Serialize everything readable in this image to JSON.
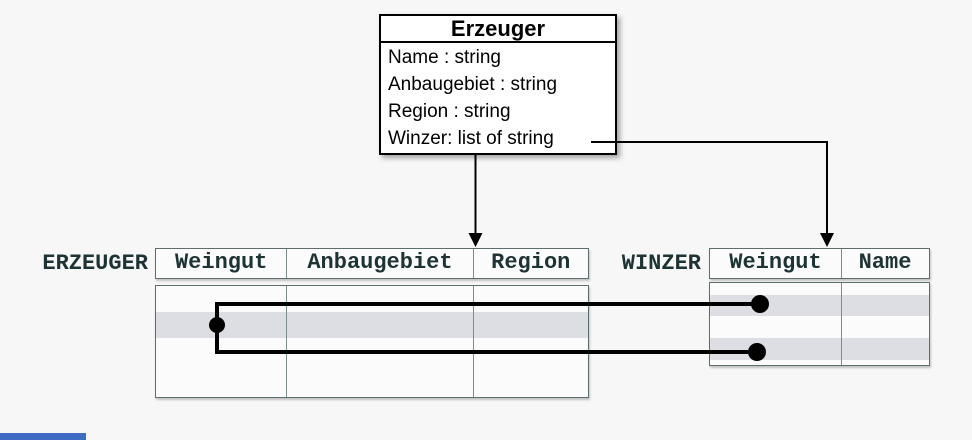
{
  "class_box": {
    "title": "Erzeuger",
    "attributes": [
      "Name : string",
      "Anbaugebiet : string",
      "Region : string",
      "Winzer: list of string"
    ]
  },
  "tables": {
    "erzeuger": {
      "label": "ERZEUGER",
      "columns": [
        "Weingut",
        "Anbaugebiet",
        "Region"
      ],
      "rows": 4,
      "highlighted_rows": [
        2
      ]
    },
    "winzer": {
      "label": "WINZER",
      "columns": [
        "Weingut",
        "Name"
      ],
      "rows": 4,
      "highlighted_rows": [
        2,
        4
      ]
    }
  },
  "relations": {
    "arrows": [
      "class-box to ERZEUGER table",
      "Winzer attribute to WINZER table"
    ],
    "row_links": "one ERZEUGER row linked to two WINZER rows"
  },
  "colors": {
    "background": "#f7f7f7",
    "box-border": "#000000",
    "box-bg": "#ffffff",
    "table-border": "#5d6e6e",
    "table-divider": "#7d8c8c",
    "table-bg": "#fbfbfb",
    "row-shade": "#dcdee3",
    "mono-text": "#1d3334",
    "connector": "#000000",
    "accent-strip": "#3d6cc2"
  }
}
